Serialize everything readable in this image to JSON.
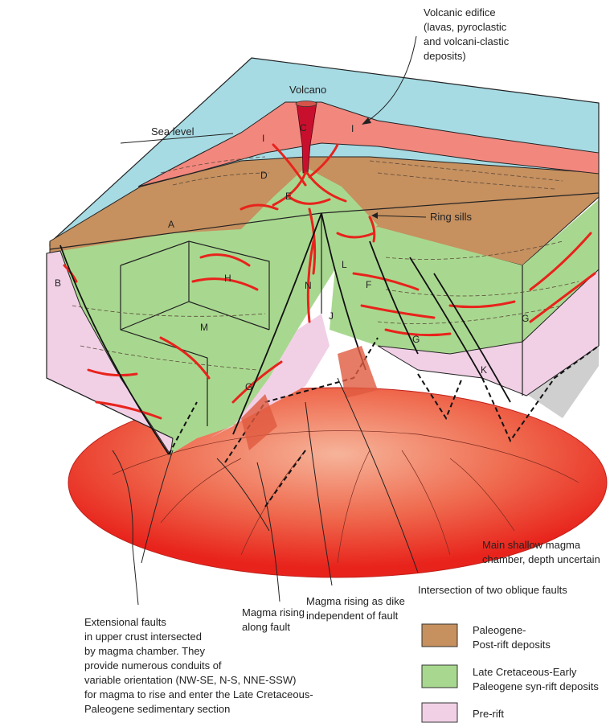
{
  "colors": {
    "water": "#a6dbe4",
    "post_rift": "#c6905f",
    "syn_rift": "#a8d88f",
    "pre_rift": "#f1d0e6",
    "edifice": "#f2877e",
    "magma": "#e8231c",
    "conduit": "#c8102e"
  },
  "labels": {
    "volcano": "Volcano",
    "sea_level": "Sea level",
    "ring_sills": "Ring sills",
    "letters": {
      "A": "A",
      "B": "B",
      "C": "C",
      "D": "D",
      "E": "E",
      "F": "F",
      "G1": "G",
      "G2": "G",
      "G3": "G",
      "H": "H",
      "I1": "I",
      "I2": "I",
      "J": "J",
      "K": "K",
      "L": "L",
      "M": "M",
      "N": "N"
    }
  },
  "annotations": {
    "volcanic_edifice": [
      "Volcanic edifice",
      "(lavas, pyroclastic",
      "and volcani-clastic",
      "deposits)"
    ],
    "magma_chamber": [
      "Main shallow magma",
      "chamber, depth uncertain"
    ],
    "oblique_faults": "Intersection of two oblique faults",
    "dike": [
      "Magma rising as dike",
      "independent of fault"
    ],
    "along_fault": [
      "Magma rising",
      "along fault"
    ],
    "extensional": [
      "Extensional faults",
      "in upper crust intersected",
      "by magma chamber. They",
      "provide numerous conduits of",
      "variable orientation (NW-SE, N-S, NNE-SSW)",
      "for magma to rise and enter the Late Cretaceous-",
      "Paleogene sedimentary section"
    ]
  },
  "legend": [
    {
      "lines": [
        "Paleogene-",
        "Post-rift deposits"
      ],
      "color": "#c6905f"
    },
    {
      "lines": [
        "Late Cretaceous-Early",
        "Paleogene syn-rift deposits"
      ],
      "color": "#a8d88f"
    },
    {
      "lines": [
        "Pre-rift"
      ],
      "color": "#f1d0e6"
    }
  ]
}
